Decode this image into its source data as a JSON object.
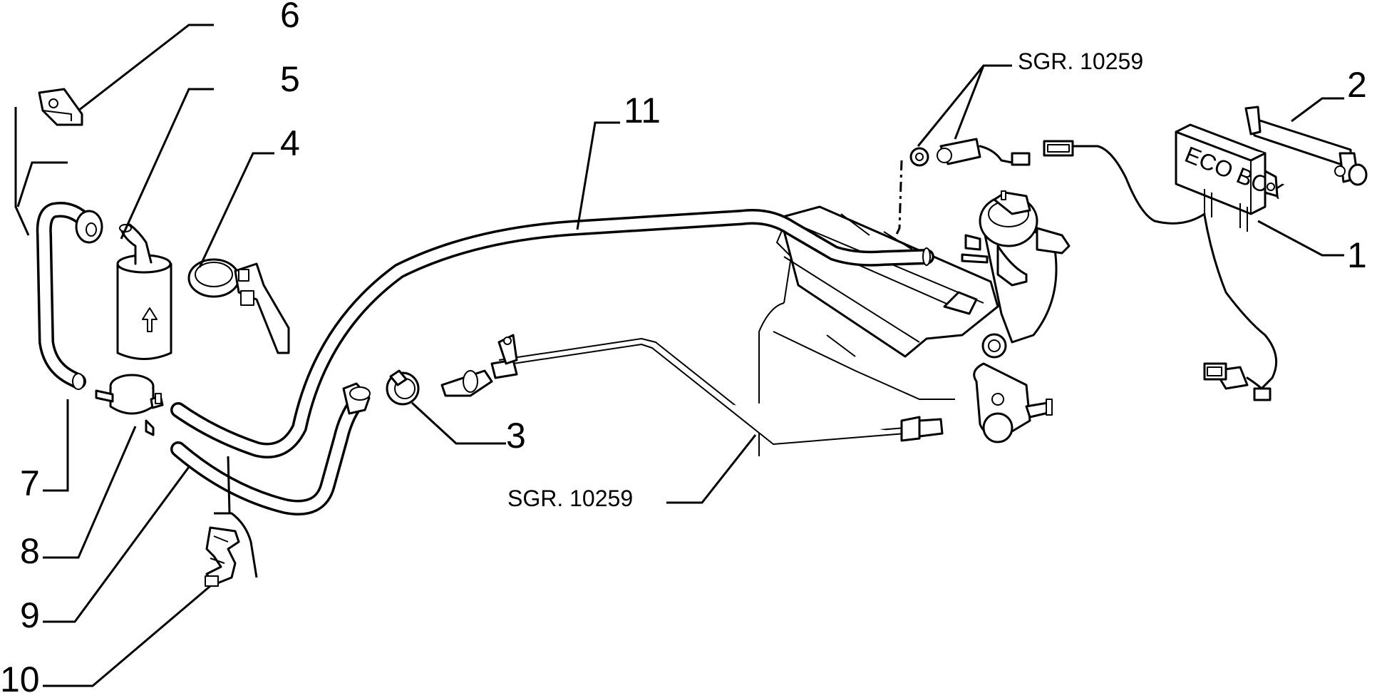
{
  "callouts": {
    "c1": "1",
    "c2": "2",
    "c3": "3",
    "c4": "4",
    "c5": "5",
    "c6": "6",
    "c7": "7",
    "c8": "8",
    "c9": "9",
    "c10": "10",
    "c11": "11"
  },
  "references": {
    "top_ref": "SGR. 10259",
    "middle_ref": "SGR. 10259"
  },
  "parts": {
    "eco_box_label": "ECO BOX"
  }
}
